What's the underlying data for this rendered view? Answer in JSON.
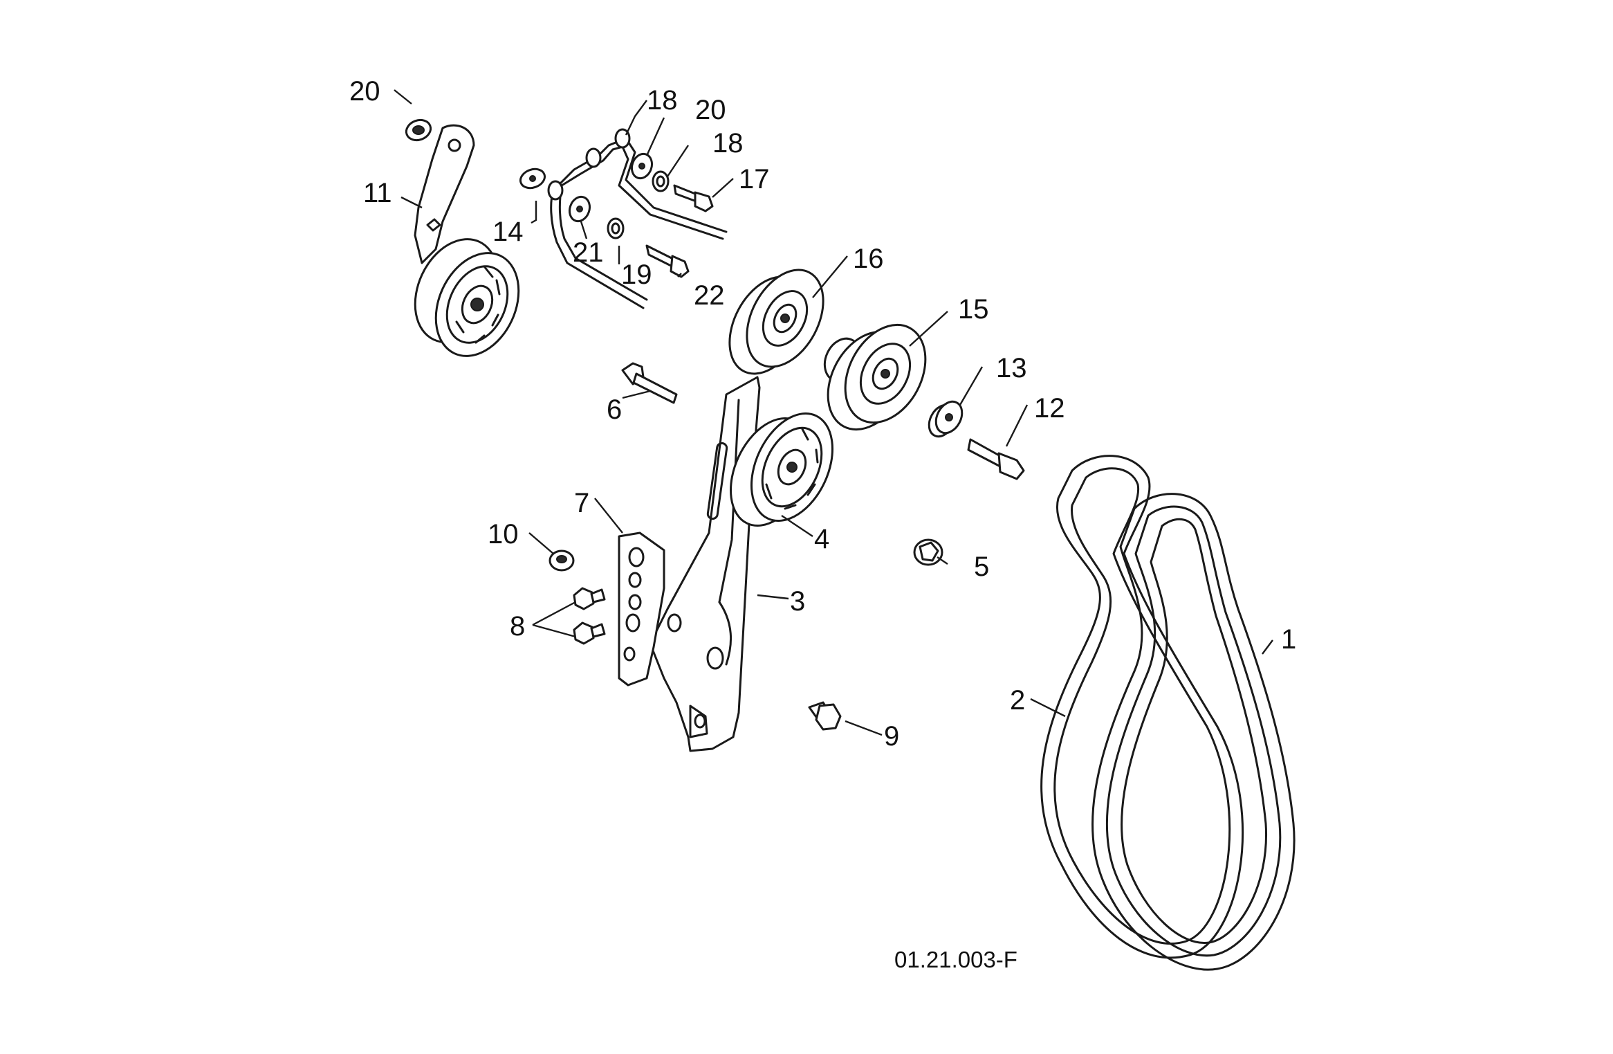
{
  "drawing_code": "01.21.003-F",
  "callouts": [
    {
      "id": "c1",
      "text": "1"
    },
    {
      "id": "c2",
      "text": "2"
    },
    {
      "id": "c3",
      "text": "3"
    },
    {
      "id": "c4",
      "text": "4"
    },
    {
      "id": "c5",
      "text": "5"
    },
    {
      "id": "c6",
      "text": "6"
    },
    {
      "id": "c7",
      "text": "7"
    },
    {
      "id": "c8",
      "text": "8"
    },
    {
      "id": "c9",
      "text": "9"
    },
    {
      "id": "c10",
      "text": "10"
    },
    {
      "id": "c11",
      "text": "11"
    },
    {
      "id": "c12",
      "text": "12"
    },
    {
      "id": "c13",
      "text": "13"
    },
    {
      "id": "c14",
      "text": "14"
    },
    {
      "id": "c15",
      "text": "15"
    },
    {
      "id": "c16",
      "text": "16"
    },
    {
      "id": "c17",
      "text": "17"
    },
    {
      "id": "c18a",
      "text": "18"
    },
    {
      "id": "c18b",
      "text": "18"
    },
    {
      "id": "c19",
      "text": "19"
    },
    {
      "id": "c20a",
      "text": "20"
    },
    {
      "id": "c20b",
      "text": "20"
    },
    {
      "id": "c21",
      "text": "21"
    },
    {
      "id": "c22",
      "text": "22"
    }
  ],
  "colors": {
    "line": "#1a1a1a",
    "background": "#ffffff"
  }
}
